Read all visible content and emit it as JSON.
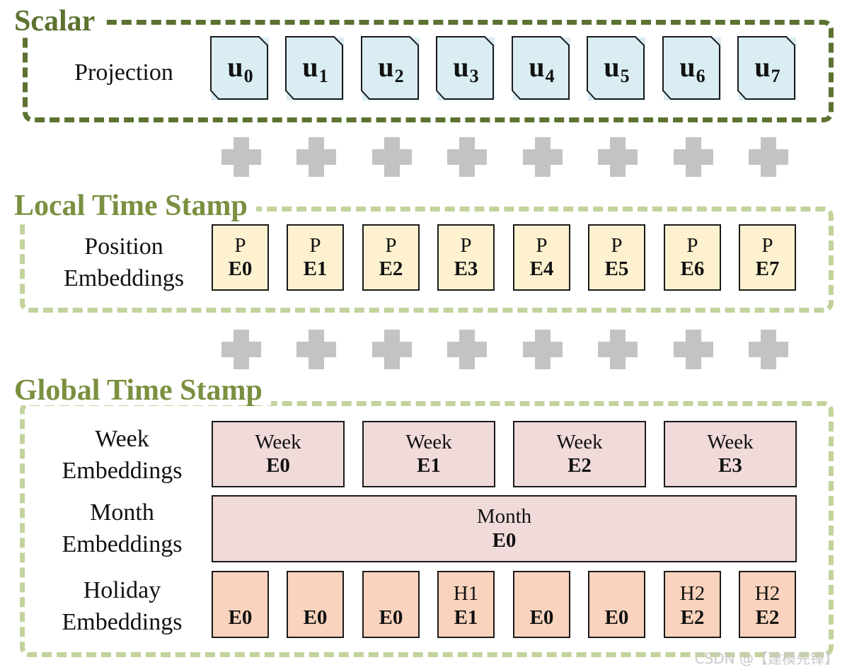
{
  "scalar": {
    "title": "Scalar",
    "row_label": "Projection",
    "tokens": [
      {
        "base": "u",
        "sub": "0"
      },
      {
        "base": "u",
        "sub": "1"
      },
      {
        "base": "u",
        "sub": "2"
      },
      {
        "base": "u",
        "sub": "3"
      },
      {
        "base": "u",
        "sub": "4"
      },
      {
        "base": "u",
        "sub": "5"
      },
      {
        "base": "u",
        "sub": "6"
      },
      {
        "base": "u",
        "sub": "7"
      }
    ]
  },
  "local": {
    "title": "Local Time Stamp",
    "row_label": [
      "Position",
      "Embeddings"
    ],
    "boxes": [
      {
        "top": "P",
        "bottom": "E0"
      },
      {
        "top": "P",
        "bottom": "E1"
      },
      {
        "top": "P",
        "bottom": "E2"
      },
      {
        "top": "P",
        "bottom": "E3"
      },
      {
        "top": "P",
        "bottom": "E4"
      },
      {
        "top": "P",
        "bottom": "E5"
      },
      {
        "top": "P",
        "bottom": "E6"
      },
      {
        "top": "P",
        "bottom": "E7"
      }
    ]
  },
  "global": {
    "title": "Global Time Stamp",
    "week": {
      "row_label": [
        "Week",
        "Embeddings"
      ],
      "boxes": [
        {
          "top": "Week",
          "bottom": "E0"
        },
        {
          "top": "Week",
          "bottom": "E1"
        },
        {
          "top": "Week",
          "bottom": "E2"
        },
        {
          "top": "Week",
          "bottom": "E3"
        }
      ]
    },
    "month": {
      "row_label": [
        "Month",
        "Embeddings"
      ],
      "box": {
        "top": "Month",
        "bottom": "E0"
      }
    },
    "holiday": {
      "row_label": [
        "Holiday",
        "Embeddings"
      ],
      "boxes": [
        {
          "top": "",
          "bottom": "E0"
        },
        {
          "top": "",
          "bottom": "E0"
        },
        {
          "top": "",
          "bottom": "E0"
        },
        {
          "top": "H1",
          "bottom": "E1"
        },
        {
          "top": "",
          "bottom": "E0"
        },
        {
          "top": "",
          "bottom": "E0"
        },
        {
          "top": "H2",
          "bottom": "E2"
        },
        {
          "top": "H2",
          "bottom": "E2"
        }
      ]
    }
  },
  "plus_symbol": "plus-icon",
  "colors": {
    "scalar_frame": "#5b7231",
    "time_frame": "#c2d39c",
    "projection_fill": "#d9edf3",
    "position_fill": "#fdf1cf",
    "week_month_fill": "#f0dbda",
    "holiday_fill": "#f9d3bd",
    "plus": "#c3c3c3"
  },
  "watermark": "CSDN @【建模先锋】"
}
